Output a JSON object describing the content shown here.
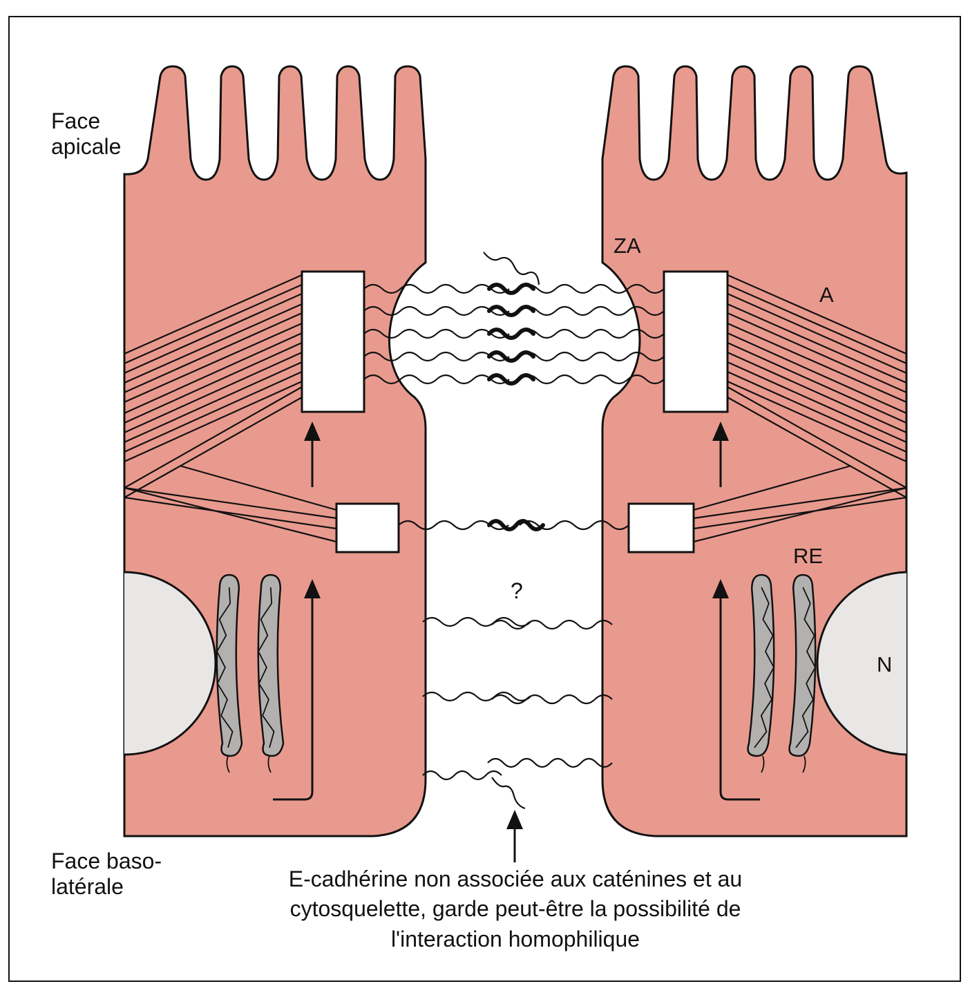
{
  "labels": {
    "apical_line1": "Face",
    "apical_line2": "apicale",
    "basal_line1": "Face baso-",
    "basal_line2": "latérale",
    "za": "ZA",
    "a": "A",
    "re": "RE",
    "n": "N",
    "question": "?"
  },
  "caption": {
    "line1": "E-cadhérine non associée aux caténines et au",
    "line2": "cytosquelette, garde peut-être la possibilité de",
    "line3": "l'interaction homophilique"
  },
  "colors": {
    "cell_fill": "#e99a8e",
    "nucleus_fill": "#e9e7e5",
    "er_fill": "#b3b1b0"
  }
}
